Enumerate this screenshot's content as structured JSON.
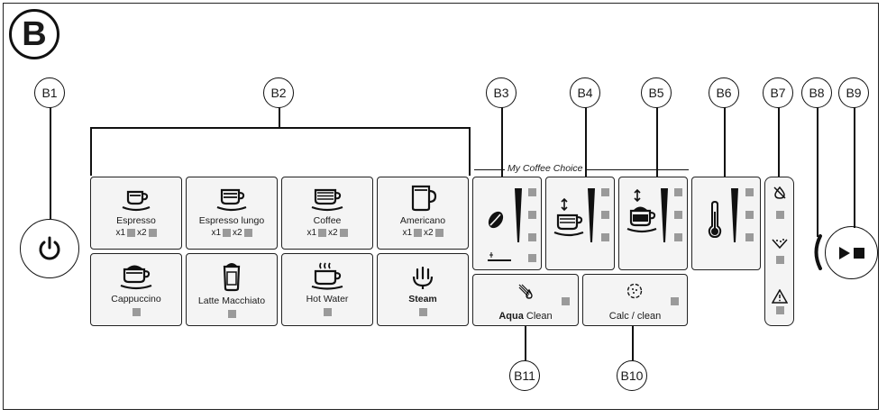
{
  "figure_label": "B",
  "callouts": {
    "b1": "B1",
    "b2": "B2",
    "b3": "B3",
    "b4": "B4",
    "b5": "B5",
    "b6": "B6",
    "b7": "B7",
    "b8": "B8",
    "b9": "B9",
    "b10": "B10",
    "b11": "B11"
  },
  "my_coffee_choice": "My Coffee Choice",
  "drinks": {
    "espresso": "Espresso",
    "espresso_lungo": "Espresso lungo",
    "coffee": "Coffee",
    "americano": "Americano",
    "cappuccino": "Cappuccino",
    "latte_macchiato": "Latte Macchiato",
    "hot_water": "Hot Water",
    "steam": "Steam"
  },
  "qty": {
    "x1": "x1",
    "x2": "x2"
  },
  "aqua_bold": "Aqua",
  "aqua_rest": " Clean",
  "calc_clean": "Calc / clean",
  "icons": {
    "power": "power-icon",
    "espresso": "espresso-cup-icon",
    "lungo": "lungo-cup-icon",
    "coffee": "coffee-cup-icon",
    "americano": "mug-icon",
    "cappuccino": "cappuccino-icon",
    "latte": "latte-glass-icon",
    "hot_water": "hot-water-icon",
    "steam": "steam-icon",
    "bean": "coffee-bean-icon",
    "thermometer": "thermometer-icon",
    "start_stop": "play-stop-icon"
  }
}
